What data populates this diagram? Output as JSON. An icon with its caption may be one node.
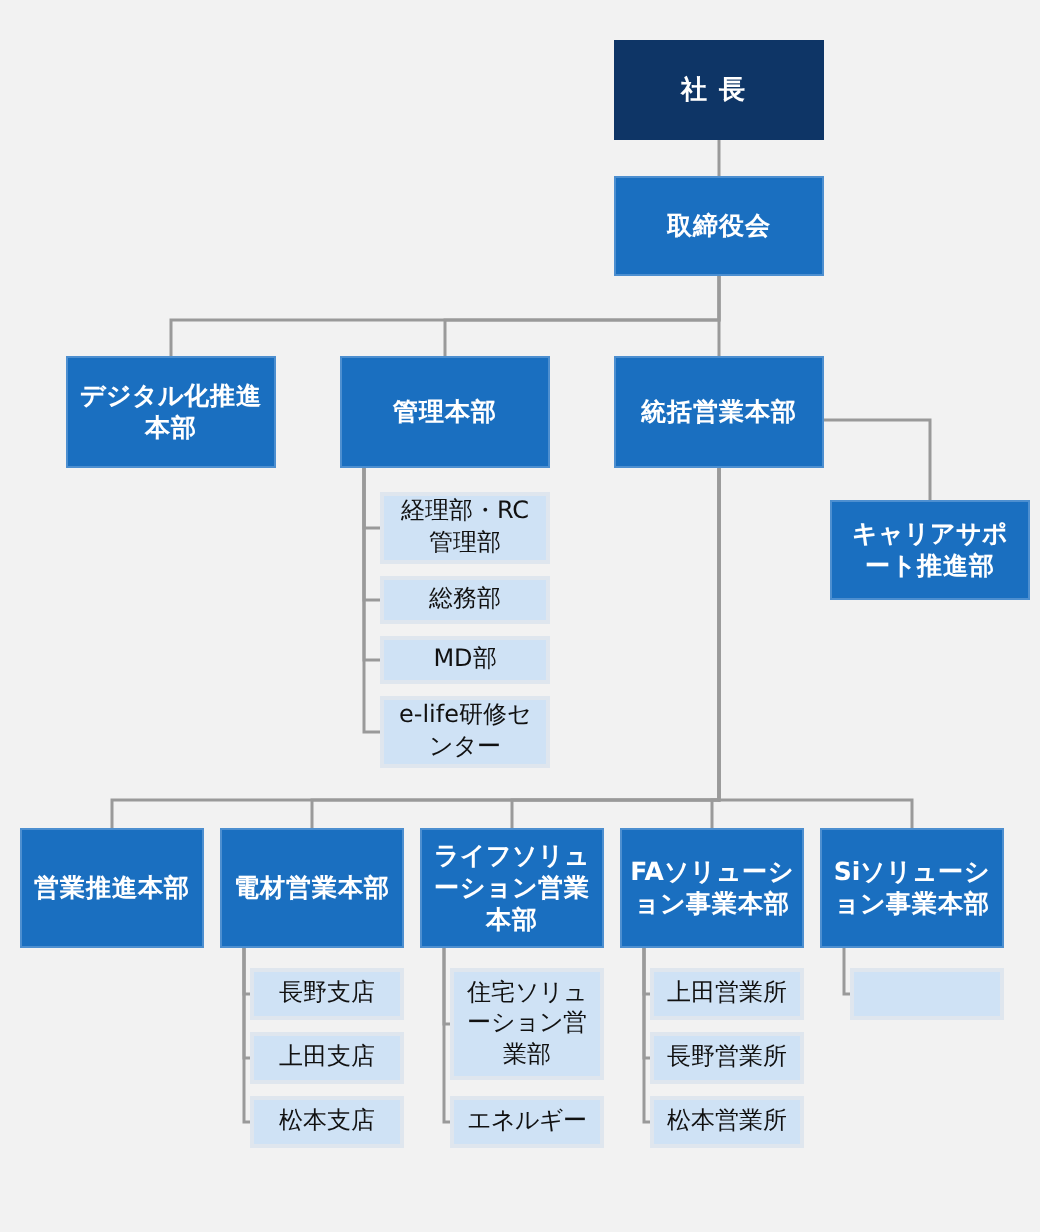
{
  "diagram": {
    "nodes": [
      {
        "text": [
          "社長"
        ]
      },
      {
        "text": [
          "取締役会"
        ]
      },
      {
        "text": [
          "デジタル化推進本部"
        ]
      },
      {
        "text": [
          "管理本部"
        ]
      },
      {
        "text": [
          "統括営業本部"
        ]
      },
      {
        "text": [
          "キャリアサポート推進部"
        ]
      },
      {
        "text": [
          "経理部・RC管理部"
        ]
      },
      {
        "text": [
          "総務部"
        ]
      },
      {
        "text": [
          "MD部"
        ]
      },
      {
        "text": [
          "e-life研修センター"
        ]
      },
      {
        "text": [
          "営業推進本部"
        ]
      },
      {
        "text": [
          "電材営業本部"
        ]
      },
      {
        "text": [
          "ライフソリューション営業本部"
        ]
      },
      {
        "text": [
          "FAソリューション事業本部"
        ]
      },
      {
        "text": [
          "Siソリューション事業本部"
        ]
      },
      {
        "text": [
          "長野支店"
        ]
      },
      {
        "text": [
          "上田支店"
        ]
      },
      {
        "text": [
          "松本支店"
        ]
      },
      {
        "text": [
          "住宅ソリューション営業部"
        ]
      },
      {
        "text": [
          "エネルギー"
        ]
      },
      {
        "text": [
          "上田営業所"
        ]
      },
      {
        "text": [
          "長野営業所"
        ]
      },
      {
        "text": [
          "松本営業所"
        ]
      },
      {
        "text": [],
        "shape": "box"
      }
    ],
    "edges": [
      {
        "from": 0,
        "to": 1,
        "arrow": "none"
      },
      {
        "from": 1,
        "to": 2,
        "arrow": "none"
      },
      {
        "from": 1,
        "to": 3,
        "arrow": "none"
      },
      {
        "from": 1,
        "to": 4,
        "arrow": "none"
      },
      {
        "from": 4,
        "to": 5,
        "arrow": "none"
      },
      {
        "from": 3,
        "to": 6,
        "arrow": "none"
      },
      {
        "from": 3,
        "to": 7,
        "arrow": "none"
      },
      {
        "from": 3,
        "to": 8,
        "arrow": "none"
      },
      {
        "from": 3,
        "to": 9,
        "arrow": "none"
      },
      {
        "from": 4,
        "to": 10,
        "arrow": "none"
      },
      {
        "from": 4,
        "to": 11,
        "arrow": "none"
      },
      {
        "from": 4,
        "to": 12,
        "arrow": "none"
      },
      {
        "from": 4,
        "to": 13,
        "arrow": "none"
      },
      {
        "from": 4,
        "to": 14,
        "arrow": "none"
      },
      {
        "from": 11,
        "to": 15,
        "arrow": "none"
      },
      {
        "from": 11,
        "to": 16,
        "arrow": "none"
      },
      {
        "from": 11,
        "to": 17,
        "arrow": "none"
      },
      {
        "from": 12,
        "to": 18,
        "arrow": "none"
      },
      {
        "from": 12,
        "to": 19,
        "arrow": "none"
      },
      {
        "from": 13,
        "to": 20,
        "arrow": "none"
      },
      {
        "from": 13,
        "to": 21,
        "arrow": "none"
      },
      {
        "from": 13,
        "to": 22,
        "arrow": "none"
      },
      {
        "from": 14,
        "to": 23,
        "arrow": "none"
      }
    ]
  }
}
